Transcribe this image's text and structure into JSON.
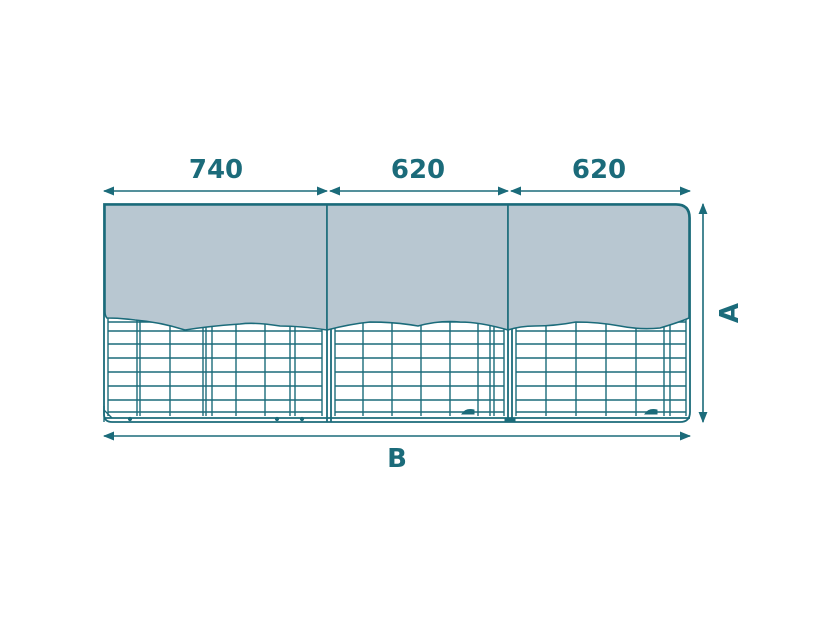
{
  "dimensions": {
    "section_1_width": "740",
    "section_2_width": "620",
    "section_3_width": "620",
    "height_label": "A",
    "total_width_label": "B"
  },
  "colors": {
    "stroke": "#1b6b7a",
    "cover_fill": "#b8c7d1",
    "background": "#ffffff"
  }
}
